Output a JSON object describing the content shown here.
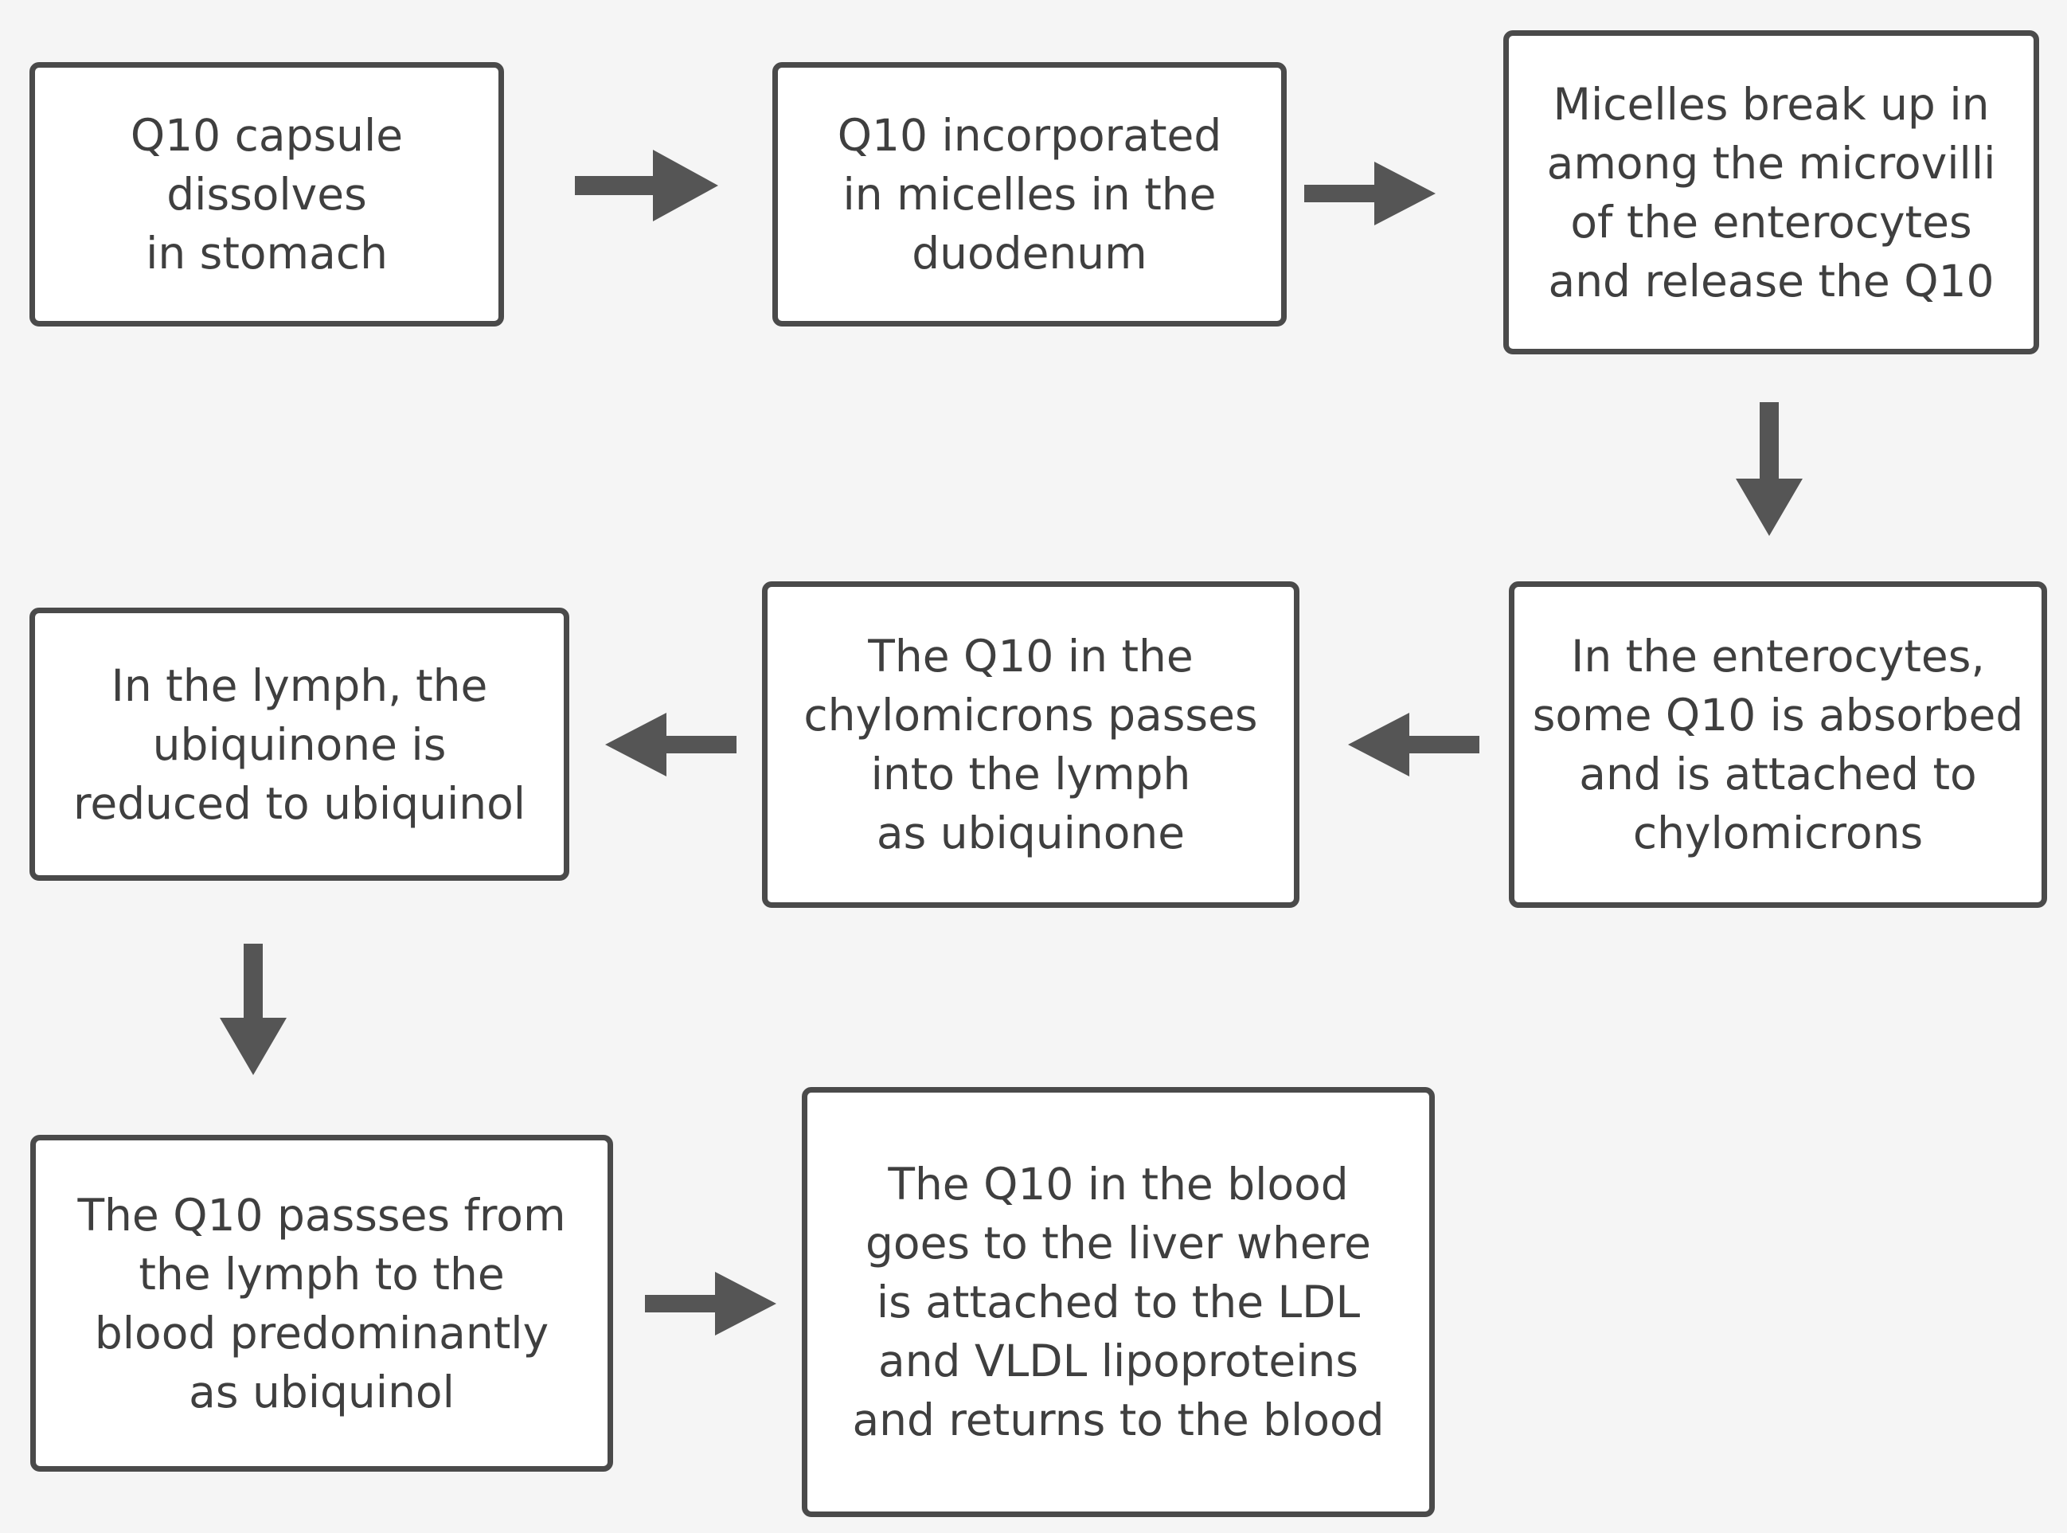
{
  "colors": {
    "background": "#f5f5f5",
    "box_border": "#4a4a4a",
    "box_fill": "#ffffff",
    "text": "#3f3f3f",
    "arrow": "#555555"
  },
  "steps": [
    {
      "lines": [
        "Q10 capsule",
        "dissolves",
        "in stomach"
      ]
    },
    {
      "lines": [
        "Q10 incorporated",
        "in micelles in the",
        "duodenum"
      ]
    },
    {
      "lines": [
        "Micelles break up in",
        "among the microvilli",
        "of the enterocytes",
        "and release the Q10"
      ]
    },
    {
      "lines": [
        "In the enterocytes,",
        "some Q10 is absorbed",
        "and is attached to",
        "chylomicrons"
      ]
    },
    {
      "lines": [
        "The Q10 in the",
        "chylomicrons passes",
        "into the lymph",
        "as ubiquinone"
      ]
    },
    {
      "lines": [
        "In the lymph, the",
        "ubiquinone is",
        "reduced to ubiquinol"
      ]
    },
    {
      "lines": [
        "The Q10 passses from",
        "the lymph to the",
        "blood predominantly",
        "as ubiquinol"
      ]
    },
    {
      "lines": [
        "The Q10 in the blood",
        "goes to the liver where",
        "is attached to the LDL",
        "and VLDL lipoproteins",
        "and returns to the blood"
      ]
    }
  ],
  "arrows": [
    {
      "from": 1,
      "to": 2,
      "direction": "right"
    },
    {
      "from": 2,
      "to": 3,
      "direction": "right"
    },
    {
      "from": 3,
      "to": 4,
      "direction": "down"
    },
    {
      "from": 4,
      "to": 5,
      "direction": "left"
    },
    {
      "from": 5,
      "to": 6,
      "direction": "left"
    },
    {
      "from": 6,
      "to": 7,
      "direction": "down"
    },
    {
      "from": 7,
      "to": 8,
      "direction": "right"
    }
  ]
}
